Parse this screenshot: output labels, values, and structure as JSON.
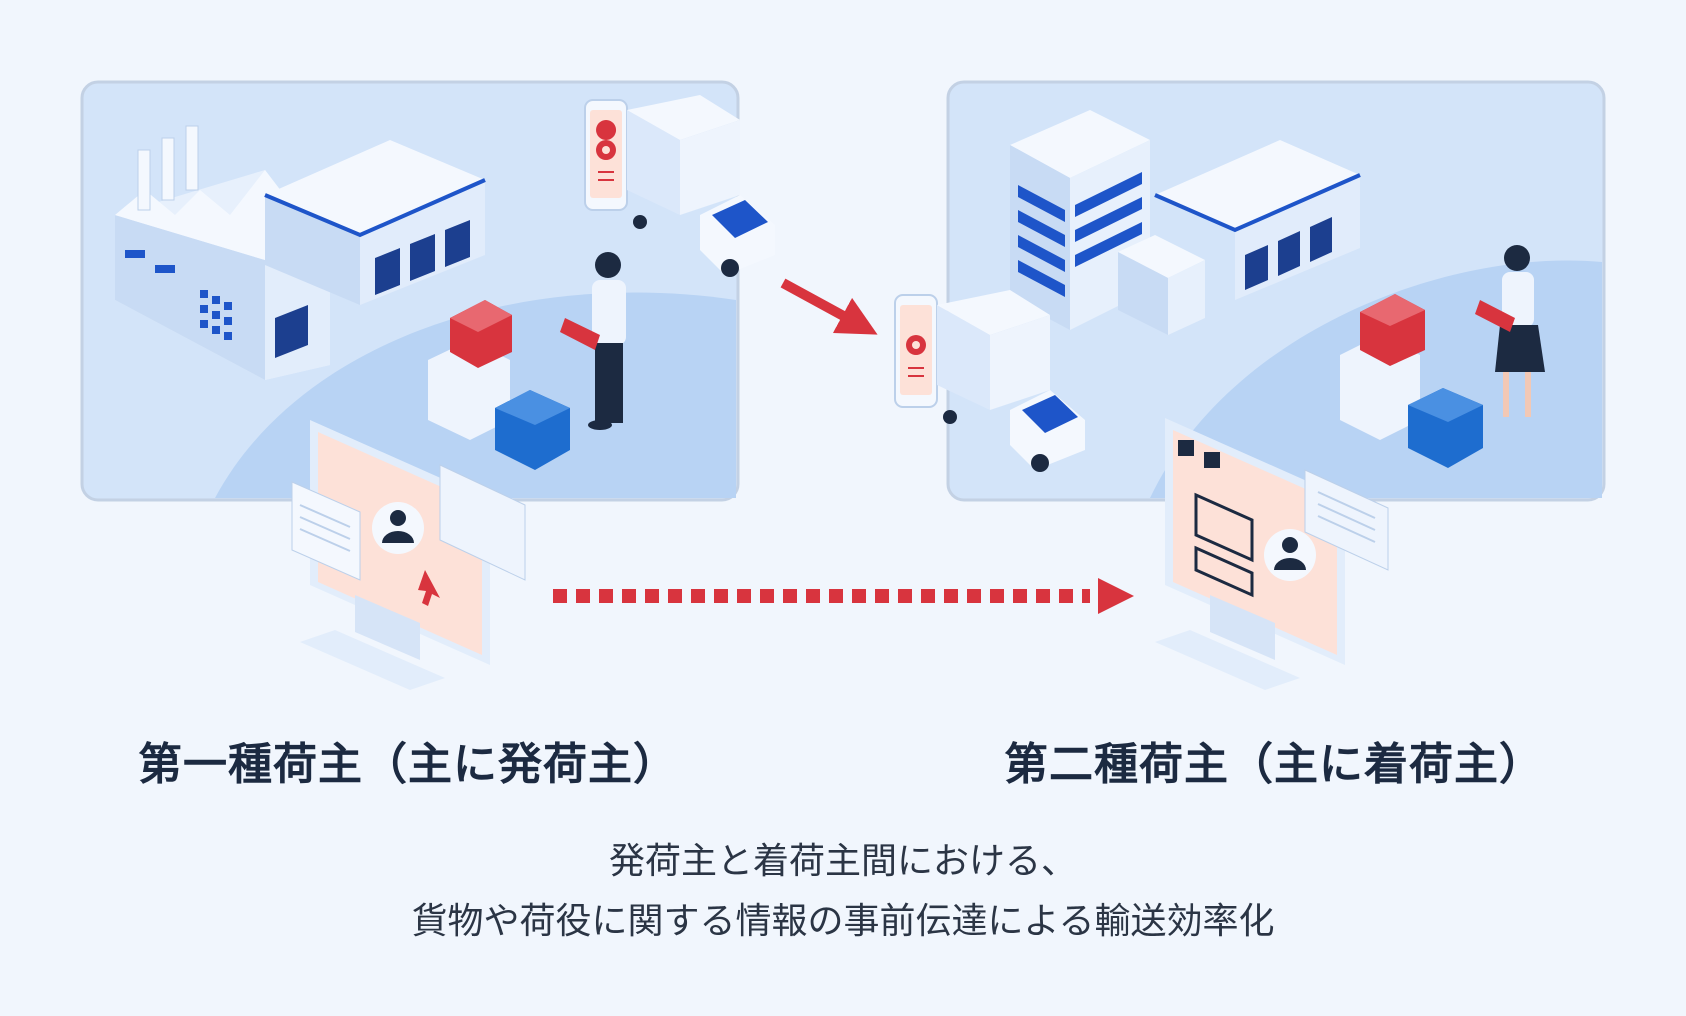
{
  "left_party": {
    "label": "第一種荷主（主に発荷主）"
  },
  "right_party": {
    "label": "第二種荷主（主に着荷主）"
  },
  "caption": {
    "line1": "発荷主と着荷主間における、",
    "line2": "貨物や荷役に関する情報の事前伝達による輸送効率化"
  },
  "colors": {
    "background": "#f1f6fd",
    "panel": "#d3e4f9",
    "accent_blue": "#1e55c9",
    "arrow_red": "#d8343e",
    "navy": "#1c2a41"
  }
}
